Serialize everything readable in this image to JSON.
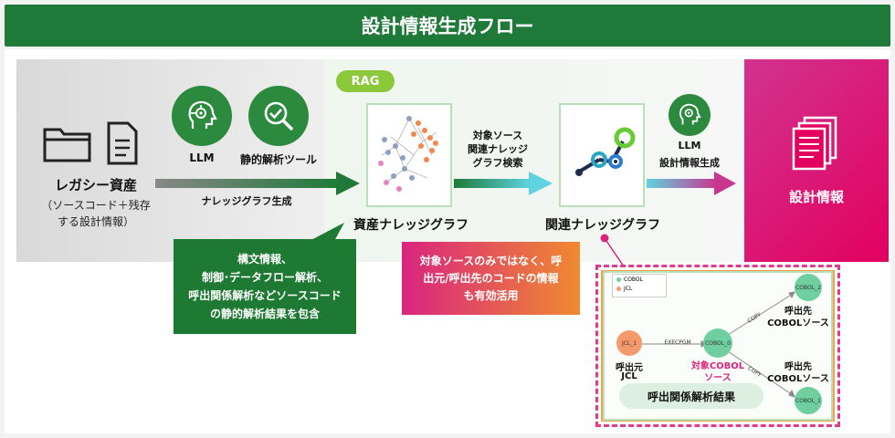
{
  "header": {
    "title": "設計情報生成フロー"
  },
  "legacy": {
    "title": "レガシー資産",
    "subtitle_line1": "（ソースコード＋残存",
    "subtitle_line2": "する設計情報）"
  },
  "tools": {
    "llm_label": "LLM",
    "static_label": "静的解析ツール",
    "arrow_label": "ナレッジグラフ生成"
  },
  "rag": {
    "tag": "RAG",
    "asset_graph_label": "資産ナレッジグラフ",
    "search_label_line1": "対象ソース",
    "search_label_line2": "関連ナレッジ",
    "search_label_line3": "グラフ検索",
    "related_graph_label": "関連ナレッジグラフ"
  },
  "generation": {
    "llm_label": "LLM",
    "gen_label": "設計情報生成"
  },
  "output": {
    "label": "設計情報"
  },
  "callouts": {
    "green_line1": "構文情報、",
    "green_line2": "制御･データフロー解析、",
    "green_line3": "呼出関係解析などソースコード",
    "green_line4": "の静的解析結果を包含",
    "magenta_line1": "対象ソースのみではなく、呼",
    "magenta_line2": "出元/呼出先のコードの情報",
    "magenta_line3": "も有効活用"
  },
  "detail": {
    "legend_cobol": "COBOL",
    "legend_jcl": "JCL",
    "node_jcl": "JCL_1",
    "node_cobol0": "COBOL_0",
    "node_cobol2": "COBOL_2",
    "node_cobol1": "COBOL_1",
    "edge_exec": "EXECPGM",
    "edge_copy": "COPY",
    "caller_label_line1": "呼出元",
    "caller_label_line2": "JCL",
    "target_label_line1": "対象COBOL",
    "target_label_line2": "ソース",
    "callee_top_line1": "呼出先",
    "callee_top_line2": "COBOLソース",
    "callee_bottom_line1": "呼出先",
    "callee_bottom_line2": "COBOLソース",
    "pill": "呼出関係解析結果"
  },
  "colors": {
    "dark_green": "#1f7a3a",
    "light_green": "#8bc93a",
    "magenta": "#e3005f",
    "orange": "#f08a30",
    "teal_node": "#6fcf9e",
    "jcl_node": "#f49a6c"
  }
}
